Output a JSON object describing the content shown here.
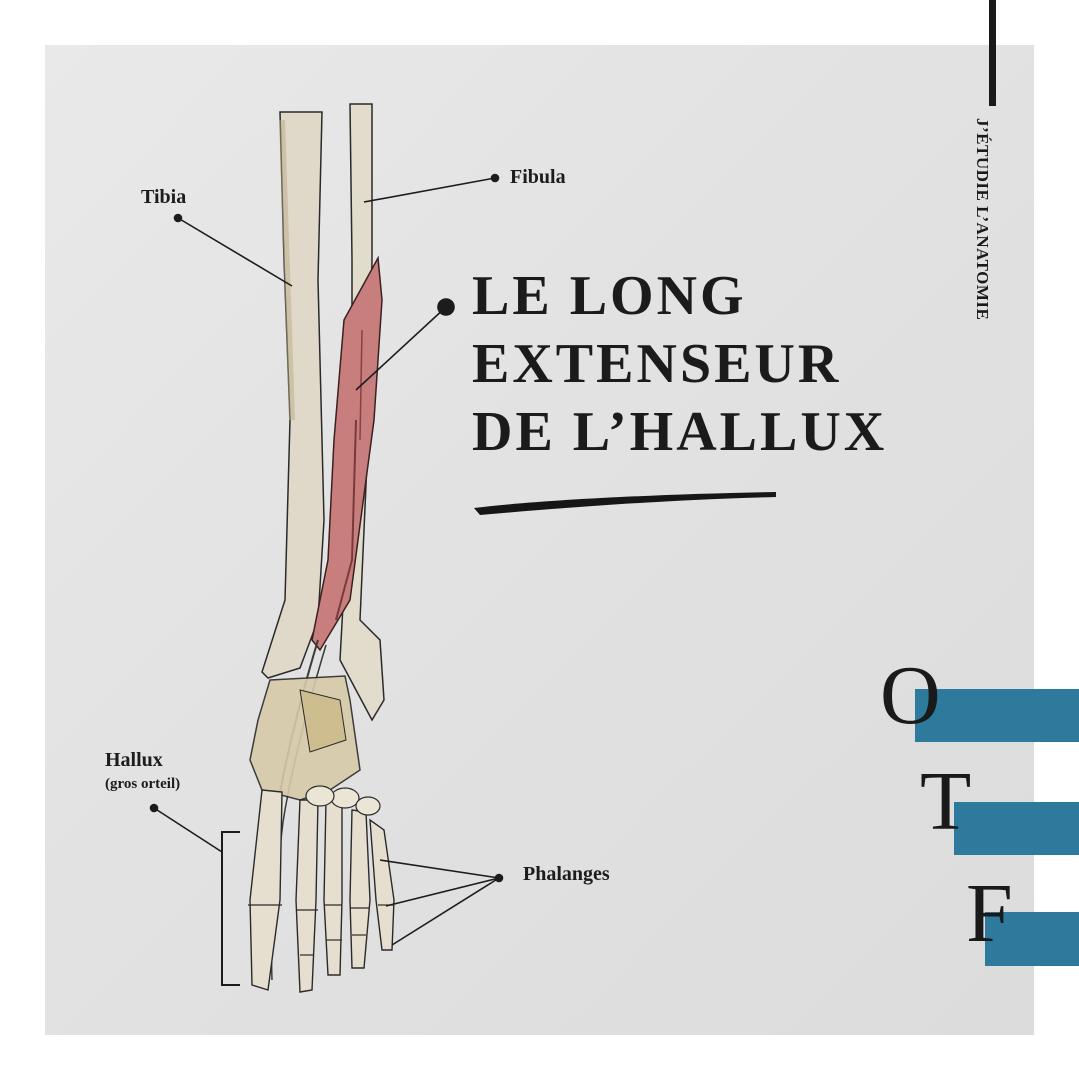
{
  "title": {
    "line1": "LE LONG",
    "line2": "EXTENSEUR",
    "line3": "DE L’HALLUX"
  },
  "labels": {
    "tibia": "Tibia",
    "fibula": "Fibula",
    "hallux": "Hallux",
    "hallux_sub": "(gros orteil)",
    "phalanges": "Phalanges"
  },
  "brand": {
    "side_text": "J’ÉTUDIE L’ANATOMIE",
    "logo_letters": [
      "O",
      "T",
      "F"
    ],
    "accent_color": "#2e7a9c"
  },
  "colors": {
    "muscle": "#c97e7e",
    "bone": "#ddd3bf",
    "ink": "#1c1c1c"
  }
}
